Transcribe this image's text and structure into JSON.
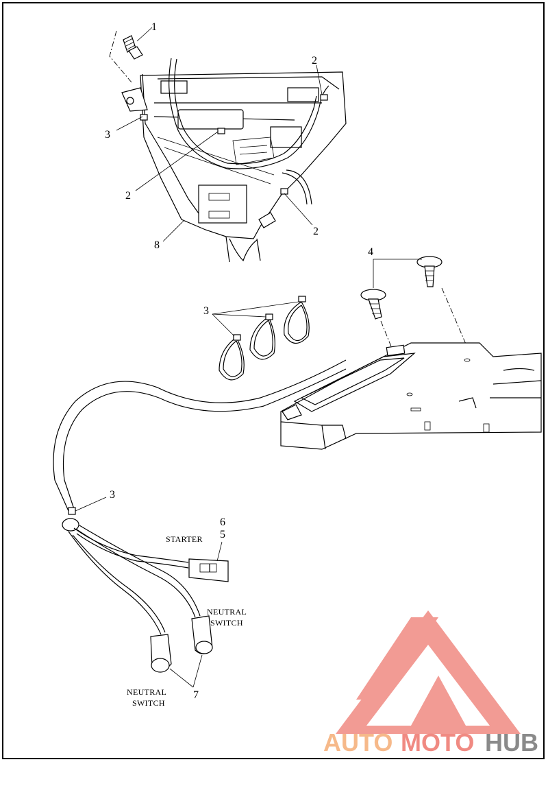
{
  "callouts": {
    "c1": "1",
    "c2a": "2",
    "c2b": "2",
    "c2c": "2",
    "c3a": "3",
    "c3b": "3",
    "c3c": "3",
    "c4": "4",
    "c5": "5",
    "c6": "6",
    "c7": "7",
    "c8": "8"
  },
  "labels": {
    "starter": "STARTER",
    "neutral_switch_right_1": "NEUTRAL",
    "neutral_switch_right_2": "SWITCH",
    "neutral_switch_left_1": "NEUTRAL",
    "neutral_switch_left_2": "SWITCH"
  },
  "watermark": {
    "part1": "AUTO",
    "part2": "MOTO",
    "part3": "HUB",
    "color_primary": "#f08a82",
    "color_secondary": "#f6b98a",
    "color_dark": "#8a8a8a"
  }
}
